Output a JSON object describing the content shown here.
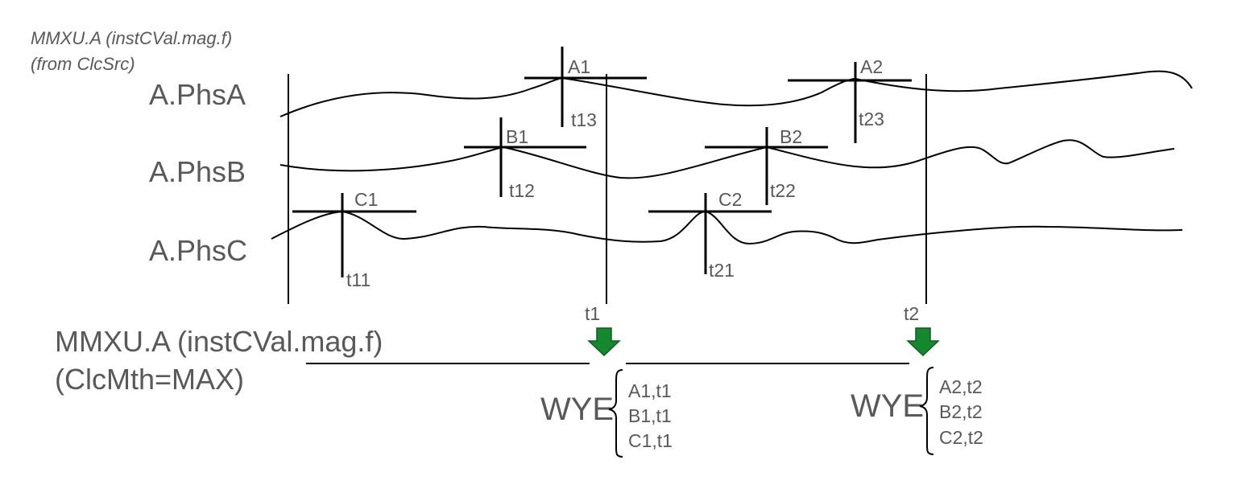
{
  "source": {
    "line1": "MMXU.A (instCVal.mag.f)",
    "line2": "(from ClcSrc)"
  },
  "phases": {
    "a": "A.PhsA",
    "b": "A.PhsB",
    "c": "A.PhsC"
  },
  "peaks": {
    "a1": "A1",
    "a2": "A2",
    "b1": "B1",
    "b2": "B2",
    "c1": "C1",
    "c2": "C2"
  },
  "peak_times": {
    "t13": "t13",
    "t23": "t23",
    "t12": "t12",
    "t22": "t22",
    "t11": "t11",
    "t21": "t21"
  },
  "intervals": {
    "t1": "t1",
    "t2": "t2"
  },
  "result": {
    "line1": "MMXU.A (instCVal.mag.f)",
    "line2": "(ClcMth=MAX)"
  },
  "wye1": {
    "label": "WYE",
    "entries": [
      "A1,t1",
      "B1,t1",
      "C1,t1"
    ]
  },
  "wye2": {
    "label": "WYE",
    "entries": [
      "A2,t2",
      "B2,t2",
      "C2,t2"
    ]
  },
  "colors": {
    "text": "#595959",
    "line": "#000000",
    "arrow": "#13882f"
  }
}
